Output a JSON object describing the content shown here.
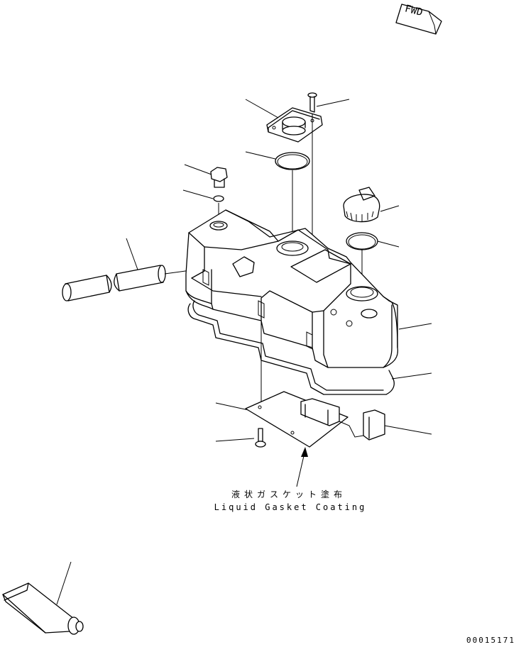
{
  "drawing": {
    "fwd_label": "FWD",
    "note_japanese": "液状ガスケット塗布",
    "note_english": "Liquid Gasket Coating",
    "drawing_number": "00015171"
  },
  "parts": [
    "fwd-arrow-icon",
    "cover-plate",
    "plate-bolt",
    "plate-o-ring",
    "plug-bolt",
    "plug-washer",
    "oil-filler-cap",
    "cap-o-ring",
    "breather-hose",
    "cylinder-head-cover",
    "head-cover-gasket",
    "bracket-plate",
    "bracket-bolt",
    "connector-clip",
    "liquid-gasket-tube"
  ]
}
